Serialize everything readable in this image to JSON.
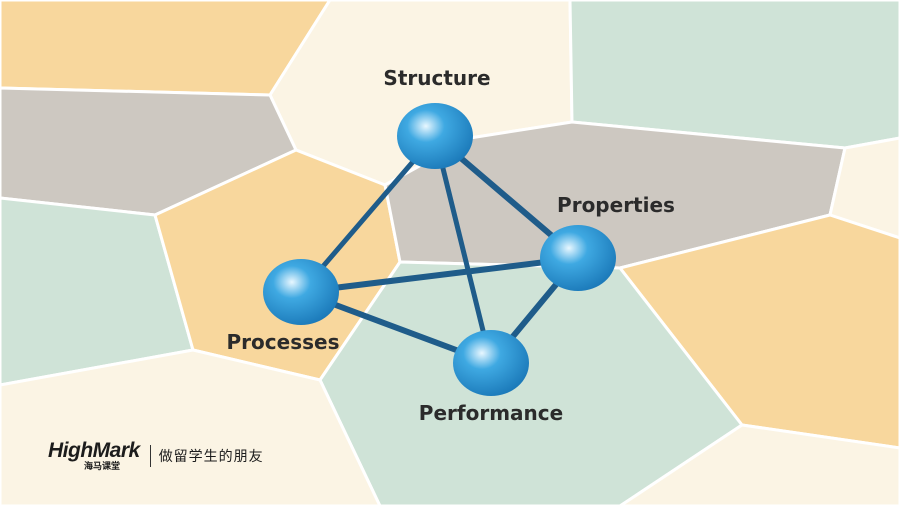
{
  "diagram": {
    "title": "",
    "nodes": {
      "structure": "Structure",
      "properties": "Properties",
      "processes": "Processes",
      "performance": "Performance"
    },
    "edges": [
      [
        "structure",
        "processes"
      ],
      [
        "structure",
        "properties"
      ],
      [
        "structure",
        "performance"
      ],
      [
        "processes",
        "properties"
      ],
      [
        "processes",
        "performance"
      ],
      [
        "properties",
        "performance"
      ]
    ],
    "colors": {
      "node_fill": "#3fa9e2",
      "node_highlight": "#e8f7ff",
      "edge": "#1f5c8a",
      "cell_peach": "#f8d79d",
      "cell_gray": "#cdc8c1",
      "cell_mint": "#cfe3d7",
      "cell_cream": "#fbf4e4",
      "cell_border": "#ffffff"
    }
  },
  "logo": {
    "brand": "HighMark",
    "sub_text": "海马课堂",
    "slogan": "做留学生的朋友"
  }
}
